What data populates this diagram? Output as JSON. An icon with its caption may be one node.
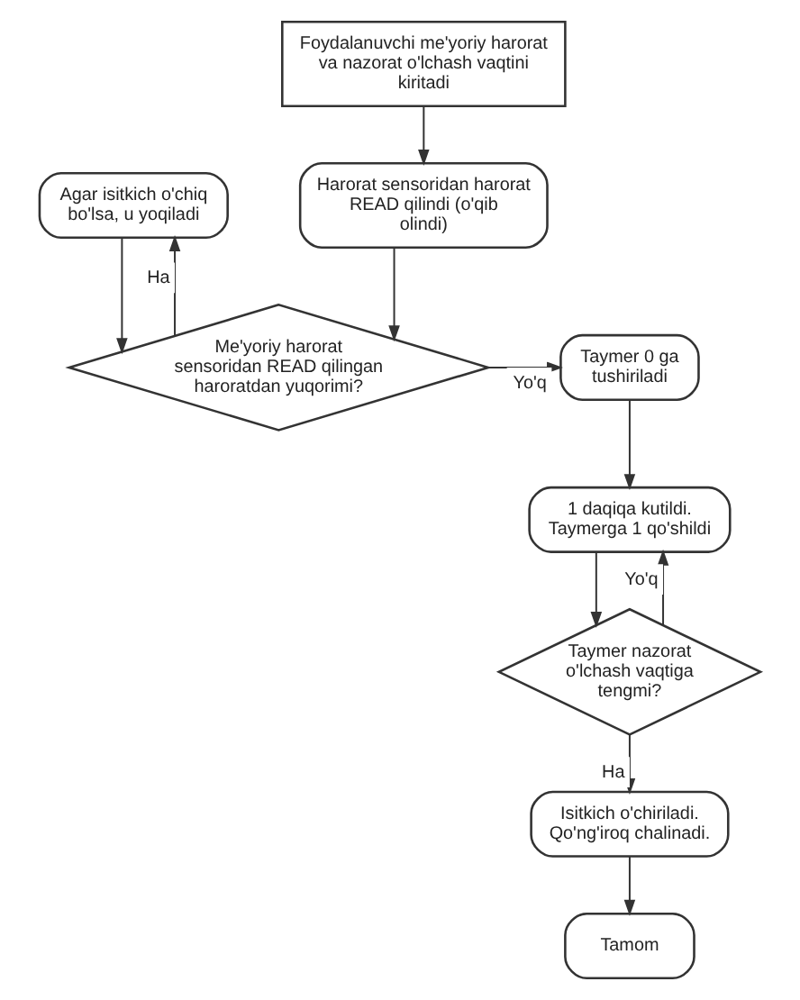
{
  "diagram": {
    "nodes": [
      {
        "text": [
          "Foydalanuvchi me'yoriy harorat va nazorat o'lchash vaqtini kiritadi"
        ]
      },
      {
        "text": [
          "Harorat sensoridan harorat READ qilindi (o'qib olindi)"
        ]
      },
      {
        "text": [
          "Agar isitkich o'chiq bo'lsa, u yoqiladi"
        ]
      },
      {
        "text": [
          "Me'yoriy harorat sensoridan READ qilingan haroratdan yuqorimi?"
        ]
      },
      {
        "text": [
          "Taymer 0 ga tushiriladi"
        ]
      },
      {
        "text": [
          "1 daqiqa kutildi. Taymerga 1 qo'shildi"
        ]
      },
      {
        "text": [
          "Taymer nazorat o'lchash vaqtiga tengmi?"
        ]
      },
      {
        "text": [
          "Isitkich o'chiriladi. Qo'ng'iroq chalinadi."
        ]
      },
      {
        "text": [
          "Tamom"
        ]
      }
    ],
    "edges": [
      {
        "from": 0,
        "to": 1,
        "arrow": "to"
      },
      {
        "from": 1,
        "to": 3,
        "arrow": "to"
      },
      {
        "from": 2,
        "to": 3,
        "arrow": "to"
      },
      {
        "from": 3,
        "to": 2,
        "arrow": "to",
        "label": "Ha"
      },
      {
        "from": 3,
        "to": 4,
        "arrow": "to",
        "label": "Yo'q"
      },
      {
        "from": 4,
        "to": 5,
        "arrow": "to"
      },
      {
        "from": 5,
        "to": 6,
        "arrow": "to"
      },
      {
        "from": 6,
        "to": 5,
        "arrow": "to",
        "label": "Yo'q"
      },
      {
        "from": 6,
        "to": 7,
        "arrow": "to",
        "label": "Ha"
      },
      {
        "from": 7,
        "to": 8,
        "arrow": "to"
      }
    ]
  }
}
